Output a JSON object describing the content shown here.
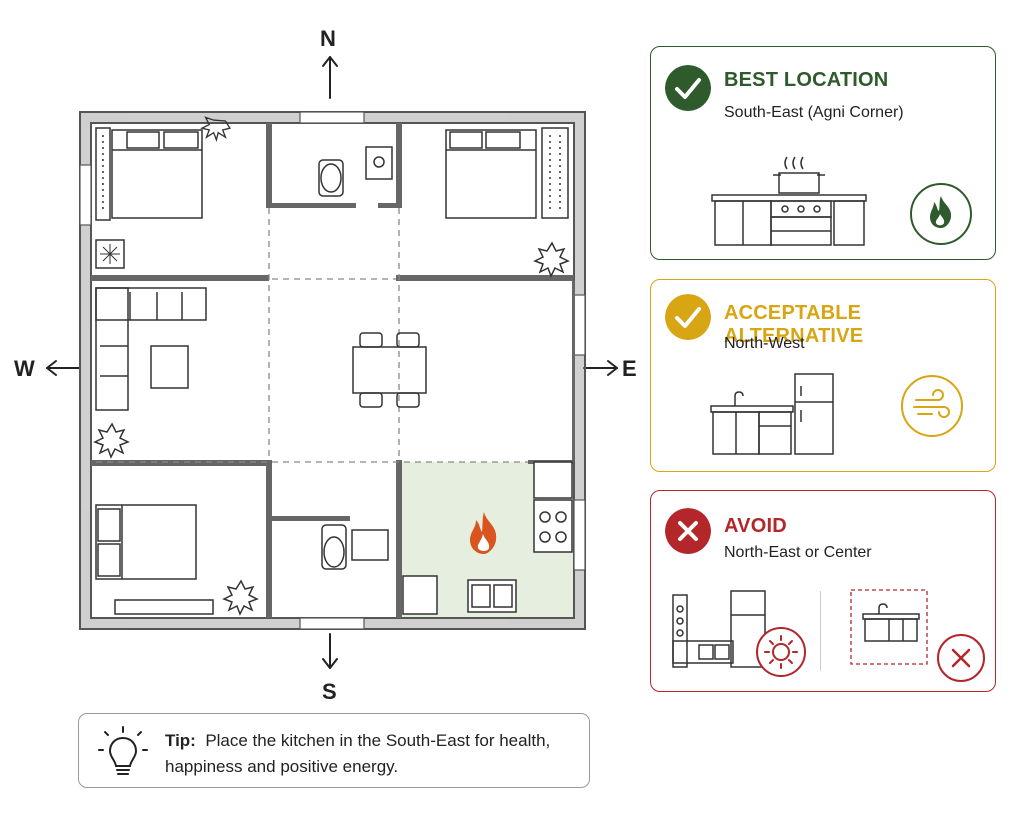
{
  "compass": {
    "north": "N",
    "south": "S",
    "east": "E",
    "west": "W"
  },
  "cards": {
    "best": {
      "title": "BEST LOCATION",
      "subtitle": "South-East (Agni Corner)",
      "color": "#2e5a2c"
    },
    "acceptable": {
      "title": "ACCEPTABLE ALTERNATIVE",
      "subtitle": "North-West",
      "color": "#d8a514"
    },
    "avoid": {
      "title": "AVOID",
      "subtitle": "North-East or Center",
      "color": "#b3262a"
    }
  },
  "tip": {
    "label": "Tip:",
    "text": "Place the kitchen in the South-East for health, happiness and positive energy."
  },
  "icons": [
    "checkmark-icon",
    "fire-icon",
    "wind-icon",
    "sun-icon",
    "x-icon",
    "lightbulb-icon"
  ],
  "colors": {
    "kitchen_fill": "#e6efdf",
    "fire": "#d9541e",
    "wall": "#555555"
  }
}
